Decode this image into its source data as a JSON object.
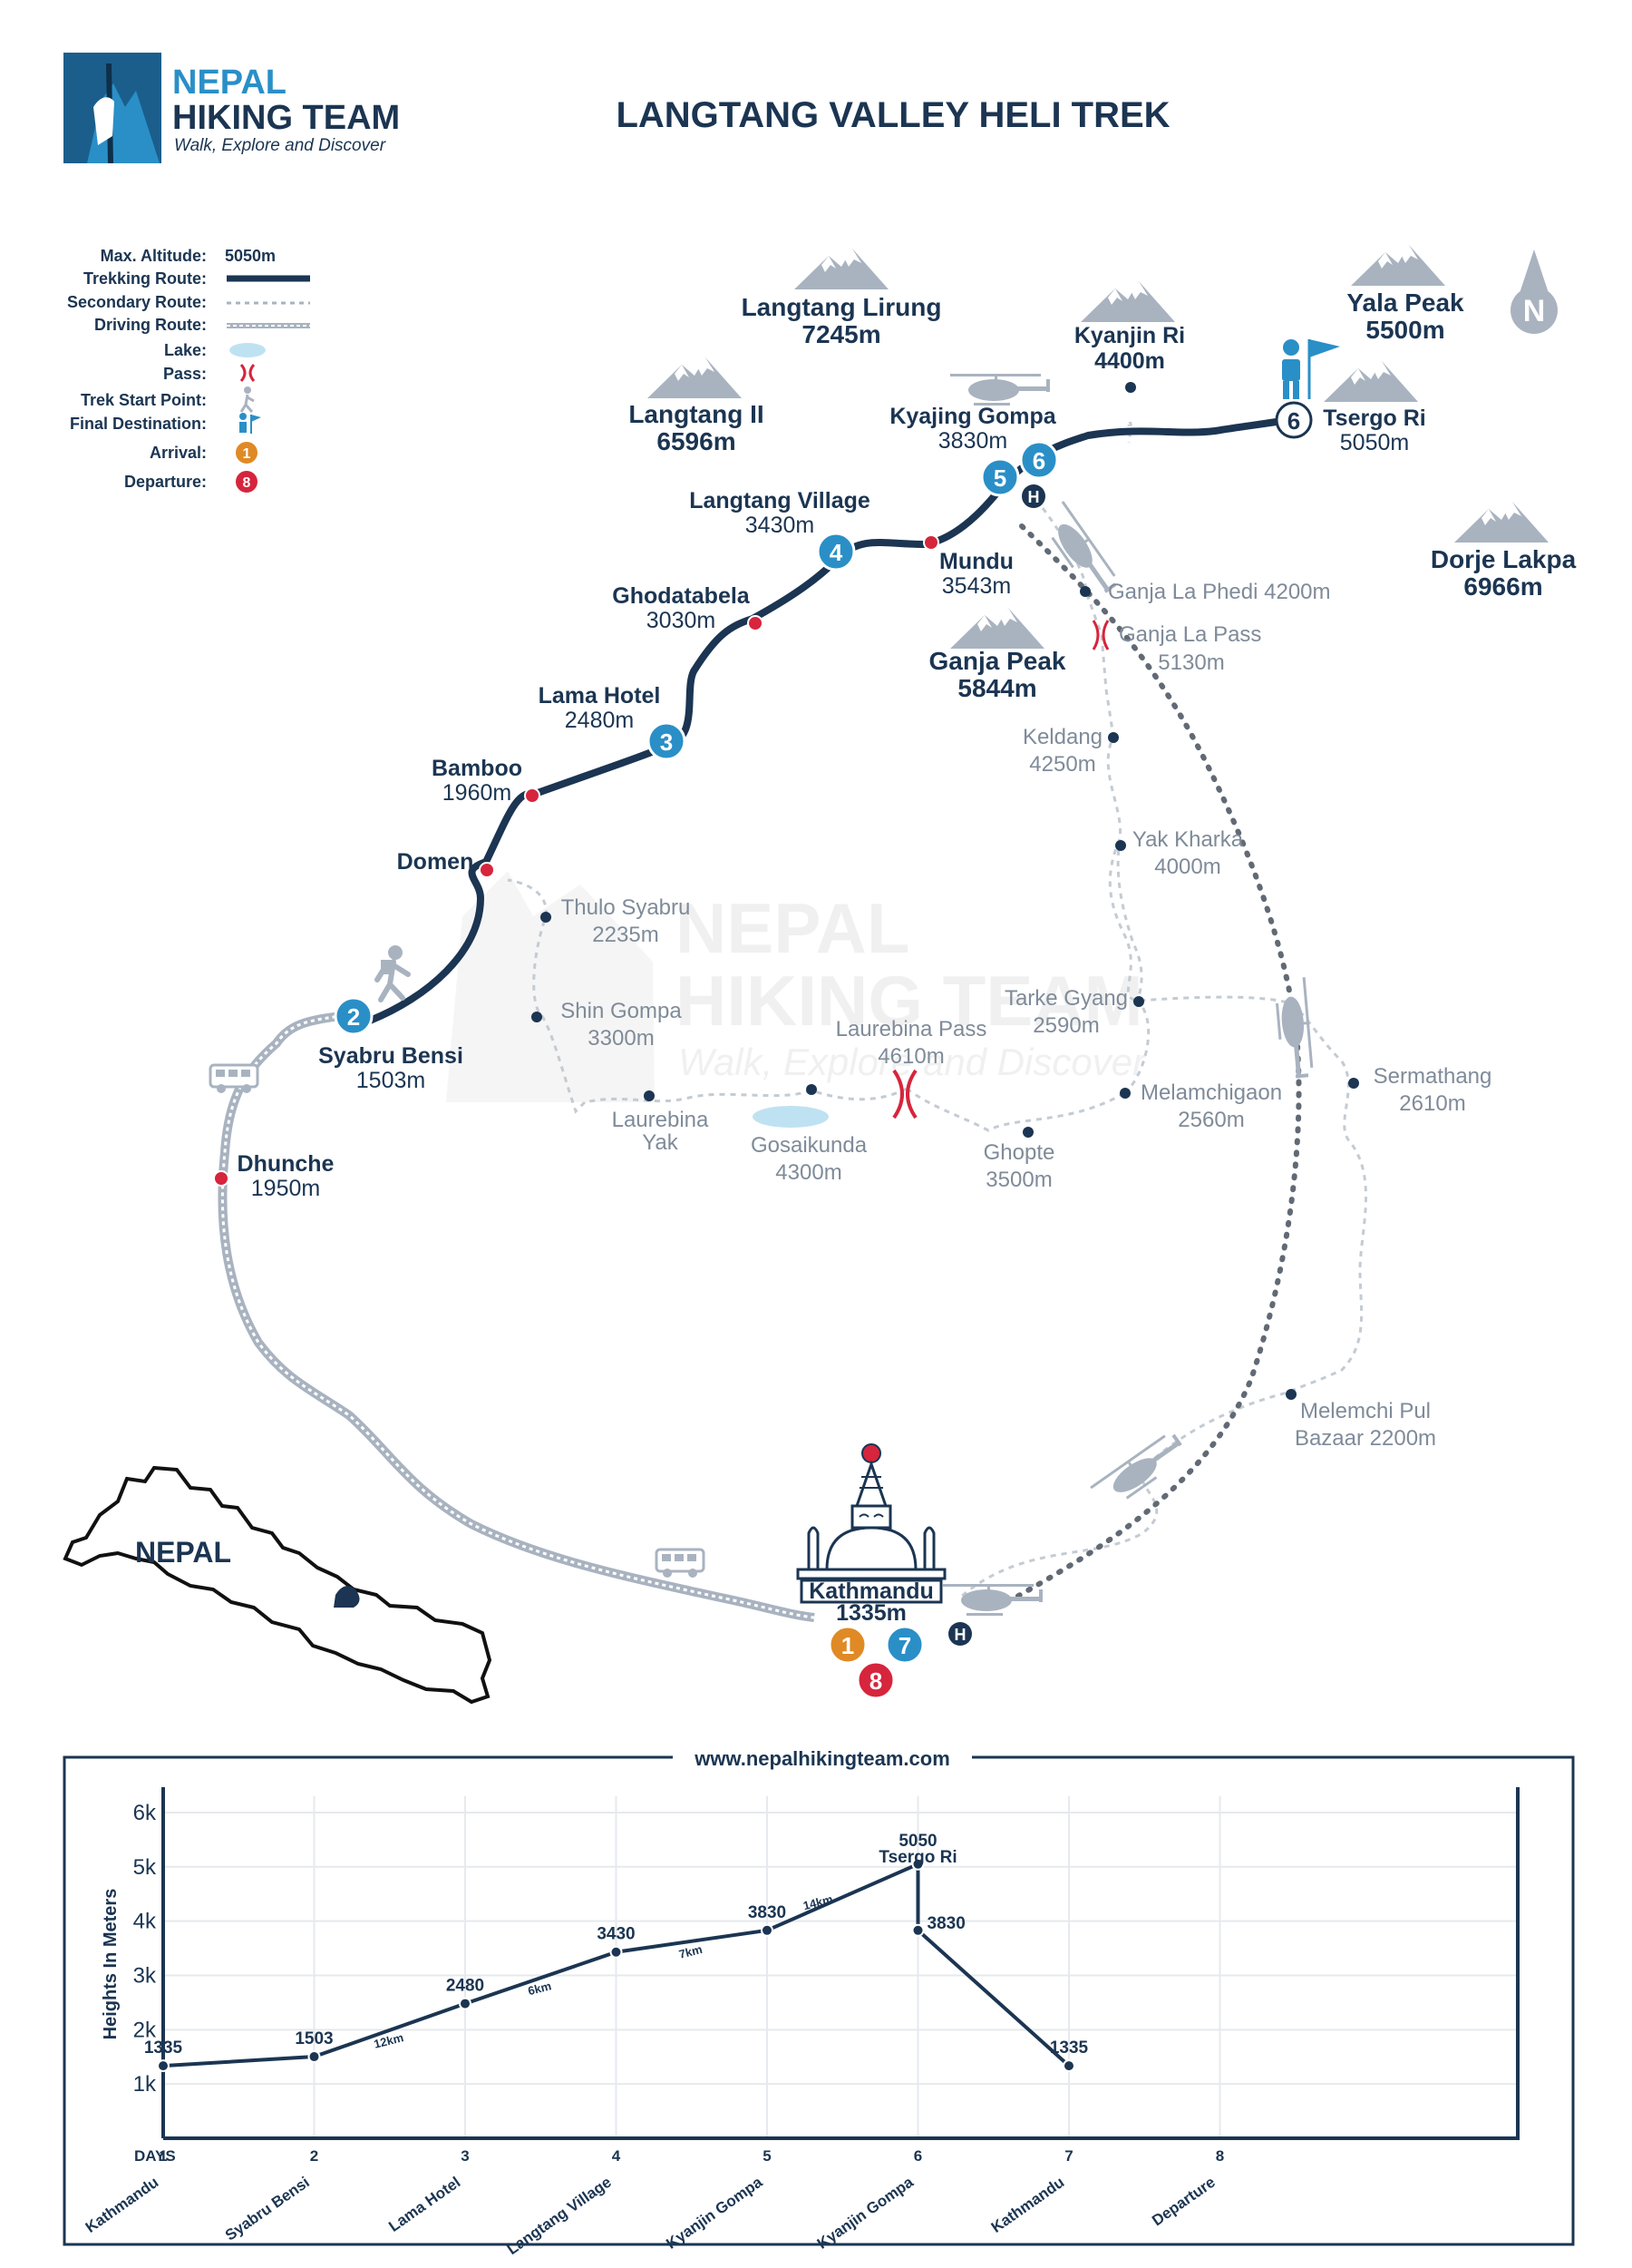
{
  "brand": {
    "line1": "NEPAL",
    "line2": "HIKING TEAM",
    "tagline": "Walk, Explore and Discover"
  },
  "title": "LANGTANG VALLEY HELI TREK",
  "legend": {
    "max_altitude_label": "Max. Altitude:",
    "max_altitude_value": "5050m",
    "items": [
      "Trekking Route:",
      "Secondary Route:",
      "Driving Route:",
      "Lake:",
      "Pass:",
      "Trek Start Point:",
      "Final Destination:",
      "Arrival:",
      "Departure:"
    ],
    "arrival_num": "1",
    "departure_num": "8"
  },
  "compass": "N",
  "peaks": [
    {
      "name": "Langtang Lirung",
      "alt": "7245m"
    },
    {
      "name": "Kyanjin Ri",
      "alt": "4400m"
    },
    {
      "name": "Yala Peak",
      "alt": "5500m"
    },
    {
      "name": "Langtang II",
      "alt": "6596m"
    },
    {
      "name": "Tsergo Ri",
      "alt": "5050m"
    },
    {
      "name": "Dorje Lakpa",
      "alt": "6966m"
    },
    {
      "name": "Ganja Peak",
      "alt": "5844m"
    }
  ],
  "main_stops": [
    {
      "name": "Kyajing Gompa",
      "alt": "3830m"
    },
    {
      "name": "Langtang Village",
      "alt": "3430m"
    },
    {
      "name": "Mundu",
      "alt": "3543m"
    },
    {
      "name": "Ghodatabela",
      "alt": "3030m"
    },
    {
      "name": "Lama Hotel",
      "alt": "2480m"
    },
    {
      "name": "Bamboo",
      "alt": "1960m"
    },
    {
      "name": "Domen",
      "alt": ""
    },
    {
      "name": "Syabru Bensi",
      "alt": "1503m"
    },
    {
      "name": "Dhunche",
      "alt": "1950m"
    },
    {
      "name": "Kathmandu",
      "alt": "1335m"
    }
  ],
  "secondary_stops": [
    {
      "name": "Ganja La Phedi 4200m",
      "alt": ""
    },
    {
      "name": "Ganja La Pass",
      "alt": "5130m"
    },
    {
      "name": "Keldang",
      "alt": "4250m"
    },
    {
      "name": "Yak Kharka",
      "alt": "4000m"
    },
    {
      "name": "Thulo Syabru",
      "alt": "2235m"
    },
    {
      "name": "Shin Gompa",
      "alt": "3300m"
    },
    {
      "name": "Tarke Gyang",
      "alt": "2590m"
    },
    {
      "name": "Laurebina Pass",
      "alt": "4610m"
    },
    {
      "name": "Laurebina",
      "alt": "Yak"
    },
    {
      "name": "Gosaikunda",
      "alt": "4300m"
    },
    {
      "name": "Melamchigaon",
      "alt": "2560m"
    },
    {
      "name": "Ghopte",
      "alt": "3500m"
    },
    {
      "name": "Sermathang",
      "alt": "2610m"
    },
    {
      "name": "Melemchi Pul",
      "alt": "Bazaar 2200m"
    }
  ],
  "day_markers": [
    "2",
    "3",
    "4",
    "5",
    "6",
    "6",
    "1",
    "7",
    "8"
  ],
  "heli_label": "H",
  "country": "NEPAL",
  "watermark": {
    "line1": "NEPAL",
    "line2": "HIKING TEAM",
    "tagline": "Walk, Explore and Discover"
  },
  "website": "www.nepalhikingteam.com",
  "chart_data": {
    "type": "line",
    "ylabel": "Heights In Meters",
    "y_ticks": [
      "1k",
      "2k",
      "3k",
      "4k",
      "5k",
      "6k"
    ],
    "ylim": [
      0,
      6300
    ],
    "days_label": "DAYS",
    "days": [
      "1",
      "2",
      "3",
      "4",
      "5",
      "6",
      "7",
      "8"
    ],
    "day_labels": [
      "Kathmandu",
      "Syabru Bensi",
      "Lama Hotel",
      "Langtang Village",
      "Kyanjin Gompa",
      "Kyanjin Gompa",
      "Kathmandu",
      "Departure"
    ],
    "points": [
      {
        "x": 1,
        "y": 1335,
        "label": "1335"
      },
      {
        "x": 2,
        "y": 1503,
        "label": "1503"
      },
      {
        "x": 3,
        "y": 2480,
        "label": "2480"
      },
      {
        "x": 4,
        "y": 3430,
        "label": "3430"
      },
      {
        "x": 5,
        "y": 3830,
        "label": "3830"
      },
      {
        "x": 6,
        "y": 5050,
        "label": "5050"
      },
      {
        "x": 6,
        "y": 3830,
        "label": "3830"
      },
      {
        "x": 7,
        "y": 1335,
        "label": "1335"
      }
    ],
    "peak_name": "Tsergo Ri",
    "distances": [
      "12km",
      "6km",
      "7km",
      "14km"
    ],
    "grid": true
  }
}
